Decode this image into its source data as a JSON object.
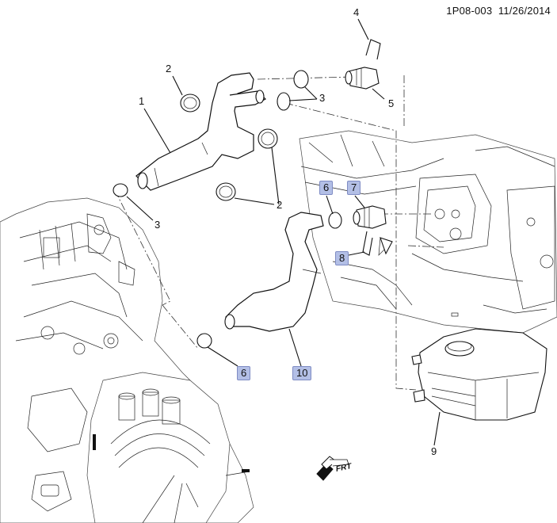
{
  "header": {
    "diagram_id": "1P08-003",
    "date": "11/26/2014"
  },
  "callouts": [
    {
      "id": "c1",
      "label": "1",
      "highlighted": false
    },
    {
      "id": "c2a",
      "label": "2",
      "highlighted": false
    },
    {
      "id": "c2b",
      "label": "2",
      "highlighted": false
    },
    {
      "id": "c3a",
      "label": "3",
      "highlighted": false
    },
    {
      "id": "c3b",
      "label": "3",
      "highlighted": false
    },
    {
      "id": "c4",
      "label": "4",
      "highlighted": false
    },
    {
      "id": "c5",
      "label": "5",
      "highlighted": false
    },
    {
      "id": "c6a",
      "label": "6",
      "highlighted": true
    },
    {
      "id": "c6b",
      "label": "6",
      "highlighted": true
    },
    {
      "id": "c7",
      "label": "7",
      "highlighted": true
    },
    {
      "id": "c8",
      "label": "8",
      "highlighted": true
    },
    {
      "id": "c9",
      "label": "9",
      "highlighted": false
    },
    {
      "id": "c10",
      "label": "10",
      "highlighted": true
    }
  ],
  "direction_indicator": {
    "icon": "front-arrow-icon",
    "label": "FRT"
  },
  "colors": {
    "highlight_fill": "#b3bfe6",
    "highlight_border": "#7f8cc4",
    "line": "#111111",
    "background": "#ffffff"
  }
}
